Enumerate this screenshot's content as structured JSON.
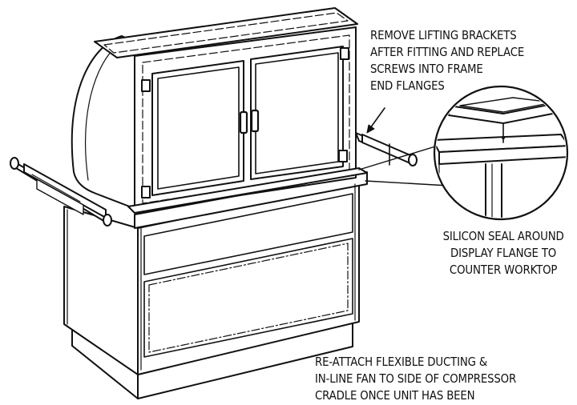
{
  "annotations": {
    "lifting_brackets": {
      "lines": [
        "REMOVE LIFTING BRACKETS",
        "AFTER FITTING AND REPLACE",
        "SCREWS INTO FRAME",
        "END FLANGES"
      ]
    },
    "silicon_seal": {
      "lines": [
        "SILICON SEAL AROUND",
        "DISPLAY FLANGE TO",
        "COUNTER WORKTOP"
      ]
    },
    "ducting": {
      "lines": [
        "RE-ATTACH FLEXIBLE DUCTING &",
        "IN-LINE FAN TO SIDE OF COMPRESSOR",
        "CRADLE ONCE UNIT HAS BEEN"
      ]
    }
  },
  "colors": {
    "ink": "#111111",
    "paper": "#ffffff"
  }
}
